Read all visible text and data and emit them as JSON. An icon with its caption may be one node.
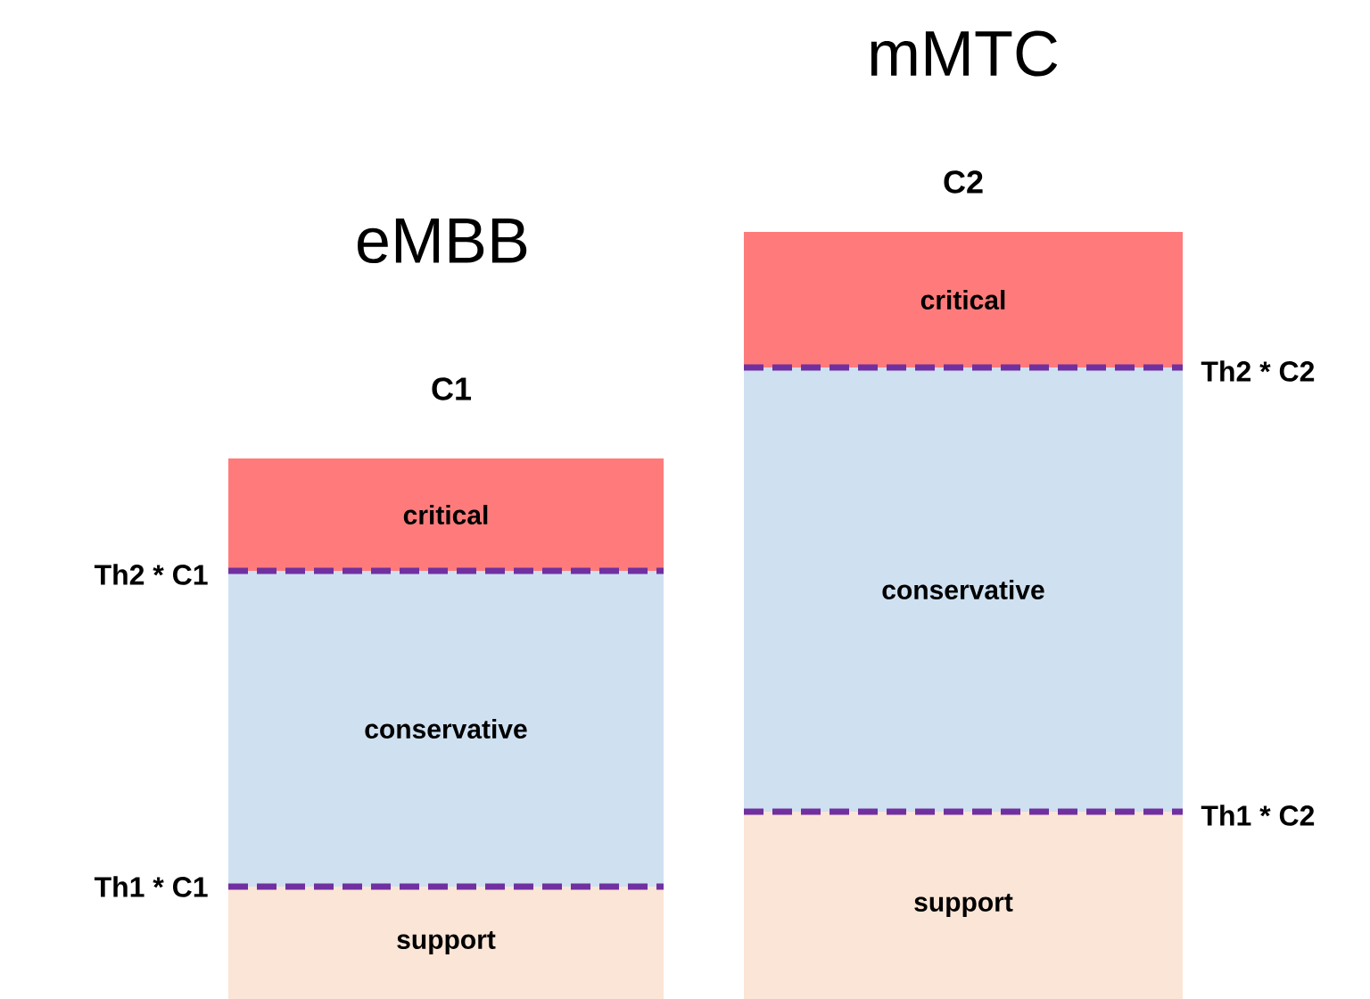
{
  "diagram": {
    "nodes": [
      {
        "text": [
          "critical"
        ]
      },
      {
        "text": [
          "conservative"
        ]
      },
      {
        "text": [
          "support"
        ]
      },
      {
        "text": [
          "critical"
        ]
      },
      {
        "text": [
          "conservative"
        ]
      },
      {
        "text": [
          "support"
        ]
      }
    ],
    "labels": [
      "mMTC",
      "C2",
      "eMBB",
      "Th2 * C2",
      "C1",
      "Th2 * C1",
      "Th1 * C2",
      "Th1 * C1"
    ]
  }
}
